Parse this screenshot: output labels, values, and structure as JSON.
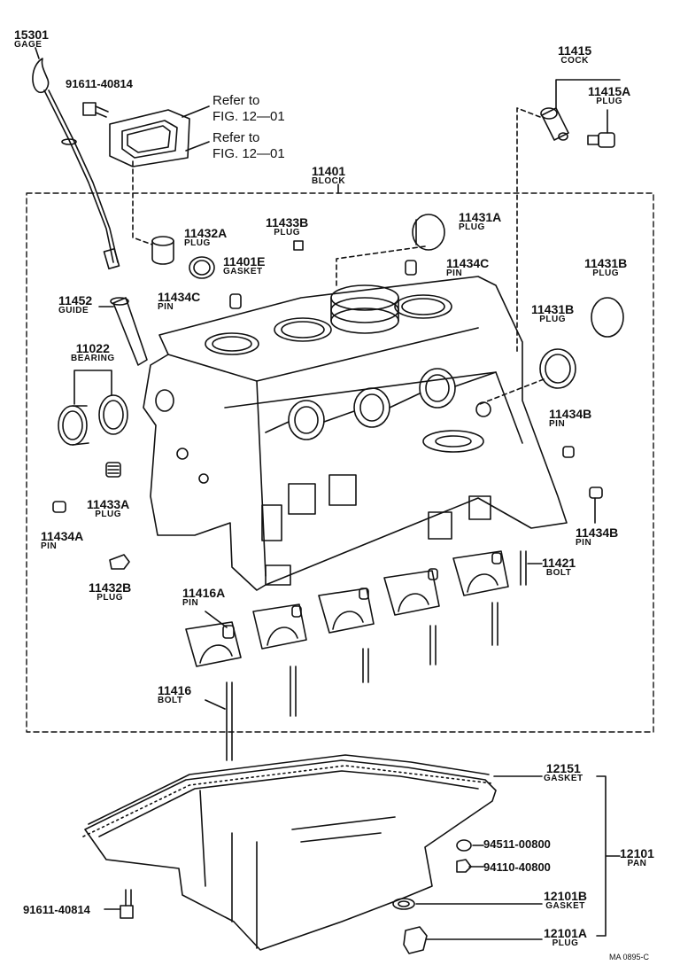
{
  "parts": [
    {
      "id": "p15301",
      "number": "15301",
      "name": "GAGE"
    },
    {
      "id": "p91611a",
      "number": "91611-40814",
      "name": ""
    },
    {
      "id": "p11415",
      "number": "11415",
      "name": "COCK"
    },
    {
      "id": "p11415a",
      "number": "11415A",
      "name": "PLUG"
    },
    {
      "id": "p11401",
      "number": "11401",
      "name": "BLOCK"
    },
    {
      "id": "p11432a",
      "number": "11432A",
      "name": "PLUG"
    },
    {
      "id": "p11433b",
      "number": "11433B",
      "name": "PLUG"
    },
    {
      "id": "p11431a",
      "number": "11431A",
      "name": "PLUG"
    },
    {
      "id": "p11401e",
      "number": "11401E",
      "name": "GASKET"
    },
    {
      "id": "p11434c1",
      "number": "11434C",
      "name": "PIN"
    },
    {
      "id": "p11431b1",
      "number": "11431B",
      "name": "PLUG"
    },
    {
      "id": "p11452",
      "number": "11452",
      "name": "GUIDE"
    },
    {
      "id": "p11434c2",
      "number": "11434C",
      "name": "PIN"
    },
    {
      "id": "p11022",
      "number": "11022",
      "name": "BEARING"
    },
    {
      "id": "p11431b2",
      "number": "11431B",
      "name": "PLUG"
    },
    {
      "id": "p11434b1",
      "number": "11434B",
      "name": "PIN"
    },
    {
      "id": "p11433a",
      "number": "11433A",
      "name": "PLUG"
    },
    {
      "id": "p11434a",
      "number": "11434A",
      "name": "PIN"
    },
    {
      "id": "p11434b2",
      "number": "11434B",
      "name": "PIN"
    },
    {
      "id": "p11421",
      "number": "11421",
      "name": "BOLT"
    },
    {
      "id": "p11432b",
      "number": "11432B",
      "name": "PLUG"
    },
    {
      "id": "p11416a",
      "number": "11416A",
      "name": "PIN"
    },
    {
      "id": "p11416",
      "number": "11416",
      "name": "BOLT"
    },
    {
      "id": "p12151",
      "number": "12151",
      "name": "GASKET"
    },
    {
      "id": "p94511",
      "number": "94511-00800",
      "name": ""
    },
    {
      "id": "p12101",
      "number": "12101",
      "name": "PAN"
    },
    {
      "id": "p94110",
      "number": "94110-40800",
      "name": ""
    },
    {
      "id": "p91611b",
      "number": "91611-40814",
      "name": ""
    },
    {
      "id": "p12101b",
      "number": "12101B",
      "name": "GASKET"
    },
    {
      "id": "p12101a",
      "number": "12101A",
      "name": "PLUG"
    }
  ],
  "references": [
    "Refer to",
    "FIG. 12—01",
    "Refer to",
    "FIG. 12—01"
  ],
  "diagram_code": "MA 0895-C"
}
